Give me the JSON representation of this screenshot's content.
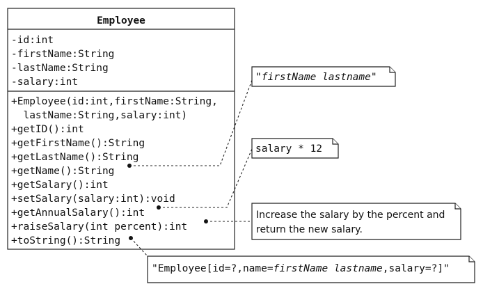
{
  "class_box": {
    "name": "Employee",
    "attributes": [
      "-id:int",
      "-firstName:String",
      "-lastName:String",
      "-salary:int"
    ],
    "methods": [
      "+Employee(id:int,firstName:String,",
      "  lastName:String,salary:int)",
      "+getID():int",
      "+getFirstName():String",
      "+getLastName():String",
      "+getName():String",
      "+getSalary():int",
      "+setSalary(salary:int):void",
      "+getAnnualSalary():int",
      "+raiseSalary(int percent):int",
      "+toString():String"
    ]
  },
  "notes": {
    "get_name": {
      "quote_open": "\"",
      "expr": "firstName lastname",
      "quote_close": "\""
    },
    "annual_salary": {
      "text": "salary * 12"
    },
    "raise_salary": {
      "line1": "Increase the salary by the percent and",
      "line2": "return the new salary."
    },
    "to_string": {
      "part1": "\"Employee[id=?,name=",
      "part2": "firstName lastname",
      "part3": ",salary=?]\""
    }
  }
}
